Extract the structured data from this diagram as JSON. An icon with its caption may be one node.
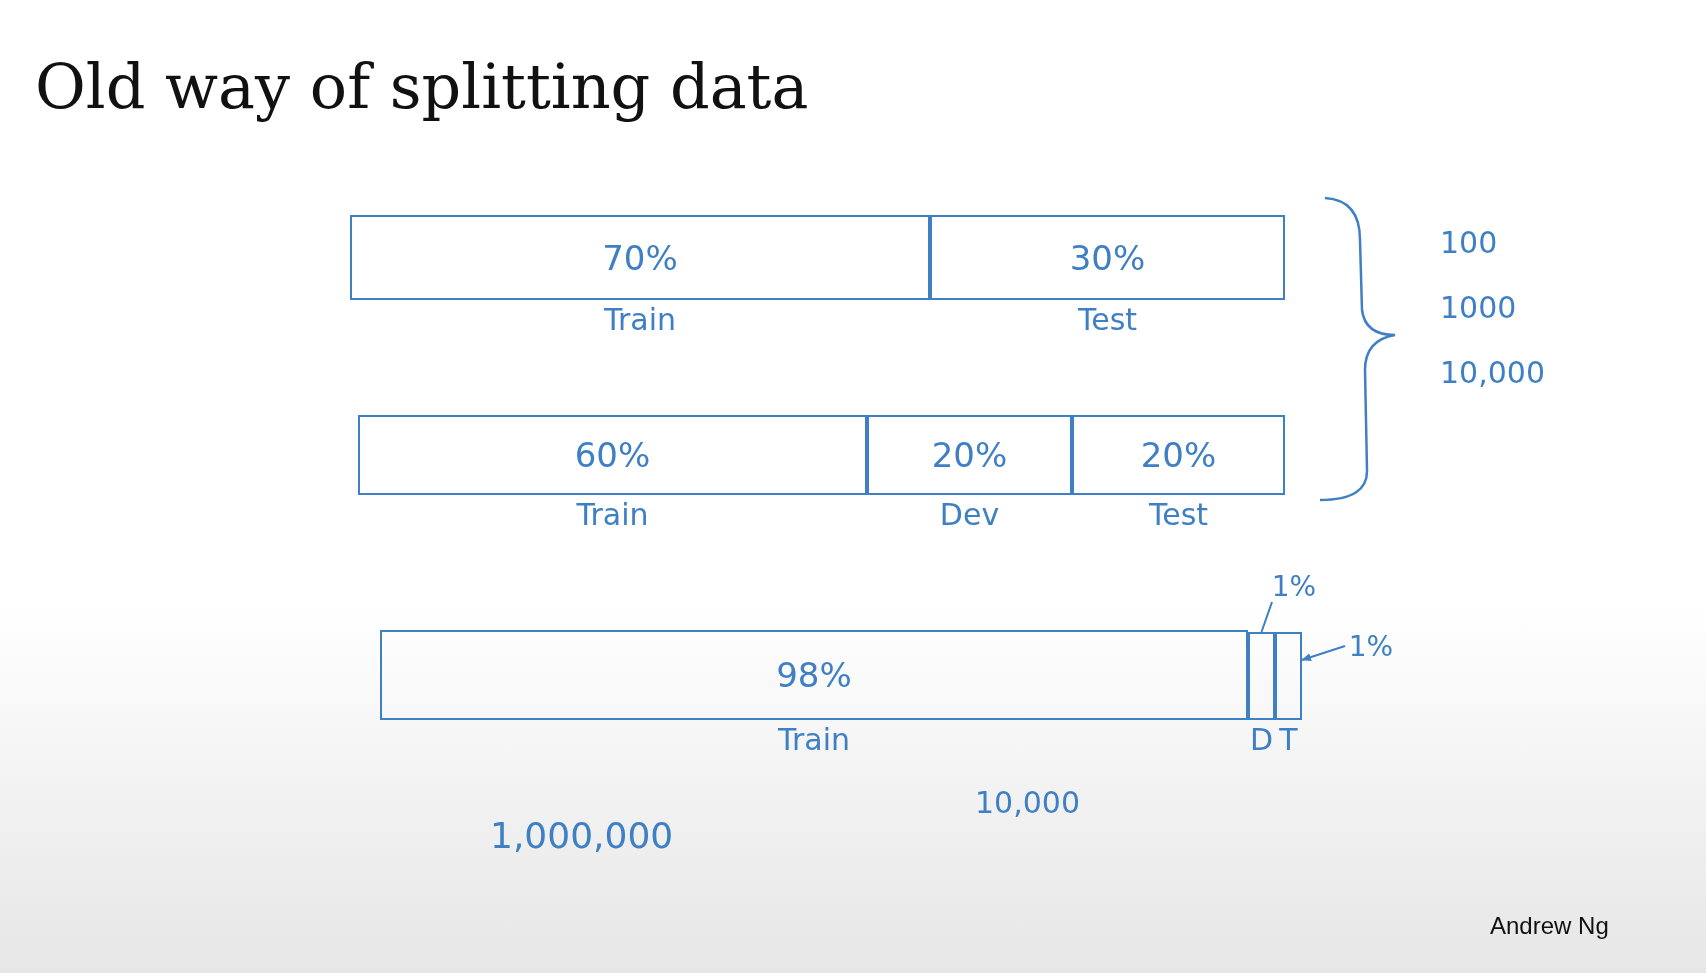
{
  "diagram": {
    "title": "Old way of splitting data",
    "nodes": [
      {
        "text": [
          "70%"
        ],
        "beside": [
          "Train"
        ]
      },
      {
        "text": [
          "30%"
        ],
        "beside": [
          "Test"
        ]
      },
      {
        "text": [
          "60%"
        ],
        "beside": [
          "Train"
        ]
      },
      {
        "text": [
          "20%"
        ],
        "beside": [
          "Dev"
        ]
      },
      {
        "text": [
          "20%"
        ],
        "beside": [
          "Test"
        ]
      },
      {
        "text": [
          "98%"
        ],
        "beside": [
          "Train"
        ]
      },
      {
        "text": [],
        "shape": "box",
        "beside": [
          "D"
        ]
      },
      {
        "text": [],
        "shape": "box",
        "beside": [
          "T"
        ]
      },
      {
        "text": [
          "1%"
        ]
      },
      {
        "text": [
          "1%"
        ]
      }
    ],
    "edges": [
      {
        "from": 8,
        "to": 6,
        "arrow": "none"
      },
      {
        "from": 9,
        "to": 7,
        "arrow": "to"
      }
    ],
    "labels": [
      "100",
      "1000",
      "10,000",
      "1,000,000",
      "10,000",
      "Andrew Ng"
    ]
  }
}
